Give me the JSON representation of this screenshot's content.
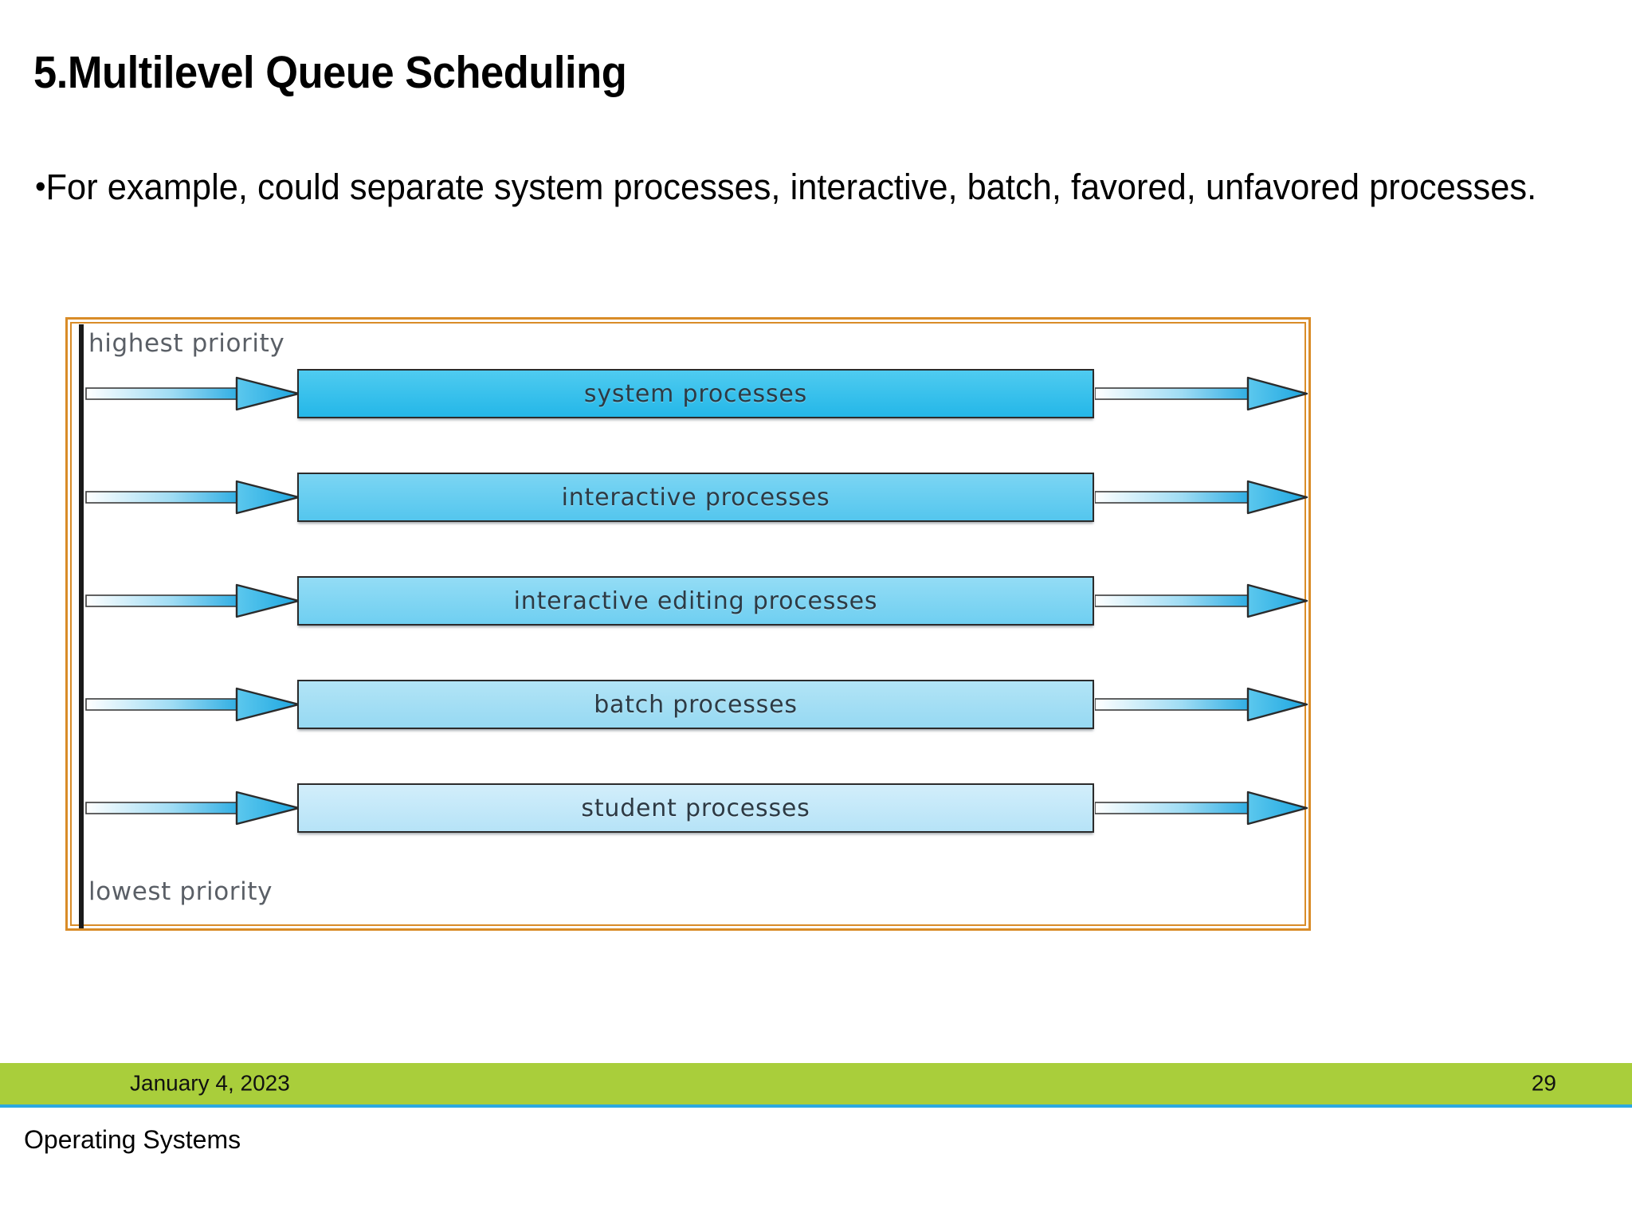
{
  "slide": {
    "title": "5.Multilevel Queue Scheduling",
    "bullet_marker": "•",
    "bullet_text": "For example, could separate system processes, interactive, batch, favored, unfavored processes."
  },
  "diagram": {
    "frame_color": "#D98C28",
    "axis_color": "#1a1a1a",
    "top_label": "highest priority",
    "bottom_label": "lowest priority",
    "arrow_color": "#29ABE2",
    "queues": [
      {
        "label": "system processes",
        "fill_top": "#4FCBF0",
        "fill_bottom": "#24B7E8"
      },
      {
        "label": "interactive processes",
        "fill_top": "#7BD5F3",
        "fill_bottom": "#54C6EE"
      },
      {
        "label": "interactive editing processes",
        "fill_top": "#93DCF5",
        "fill_bottom": "#6FCFF1"
      },
      {
        "label": "batch processes",
        "fill_top": "#B2E4F6",
        "fill_bottom": "#96D9F2"
      },
      {
        "label": "student processes",
        "fill_top": "#D2EEFB",
        "fill_bottom": "#B6E3F7"
      }
    ]
  },
  "footer": {
    "date": "January 4, 2023",
    "page_number": "29",
    "subject": "Operating Systems",
    "bar_color": "#A9CE3B",
    "accent_color": "#2BA9E0"
  }
}
